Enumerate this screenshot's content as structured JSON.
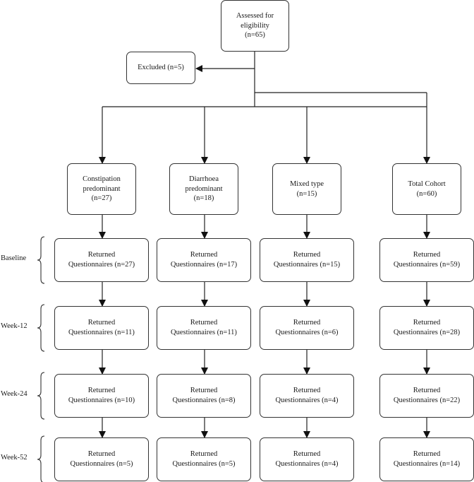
{
  "top": {
    "lines": [
      "Assessed for",
      "eligibility",
      "(n=65)"
    ]
  },
  "excluded": {
    "lines": [
      "Excluded (n=5)"
    ]
  },
  "groups": [
    {
      "lines": [
        "Constipation",
        "predominant",
        "(n=27)"
      ]
    },
    {
      "lines": [
        "Diarrhoea",
        "predominant",
        "(n=18)"
      ]
    },
    {
      "lines": [
        "Mixed type",
        "(n=15)"
      ]
    },
    {
      "lines": [
        "Total Cohort",
        "(n=60)"
      ]
    }
  ],
  "stages": [
    {
      "label": "Baseline",
      "cells": [
        {
          "lines": [
            "Returned",
            "Questionnaires (n=27)"
          ]
        },
        {
          "lines": [
            "Returned",
            "Questionnaires (n=17)"
          ]
        },
        {
          "lines": [
            "Returned",
            "Questionnaires (n=15)"
          ]
        },
        {
          "lines": [
            "Returned",
            "Questionnaires (n=59)"
          ]
        }
      ]
    },
    {
      "label": "Week-12",
      "cells": [
        {
          "lines": [
            "Returned",
            "Questionnaires (n=11)"
          ]
        },
        {
          "lines": [
            "Returned",
            "Questionnaires (n=11)"
          ]
        },
        {
          "lines": [
            "Returned",
            "Questionnaires (n=6)"
          ]
        },
        {
          "lines": [
            "Returned",
            "Questionnaires (n=28)"
          ]
        }
      ]
    },
    {
      "label": "Week-24",
      "cells": [
        {
          "lines": [
            "Returned",
            "Questionnaires (n=10)"
          ]
        },
        {
          "lines": [
            "Returned",
            "Questionnaires (n=8)"
          ]
        },
        {
          "lines": [
            "Returned",
            "Questionnaires (n=4)"
          ]
        },
        {
          "lines": [
            "Returned",
            "Questionnaires (n=22)"
          ]
        }
      ]
    },
    {
      "label": "Week-52",
      "cells": [
        {
          "lines": [
            "Returned",
            "Questionnaires (n=5)"
          ]
        },
        {
          "lines": [
            "Returned",
            "Questionnaires (n=5)"
          ]
        },
        {
          "lines": [
            "Returned",
            "Questionnaires (n=4)"
          ]
        },
        {
          "lines": [
            "Returned",
            "Questionnaires (n=14)"
          ]
        }
      ]
    }
  ]
}
